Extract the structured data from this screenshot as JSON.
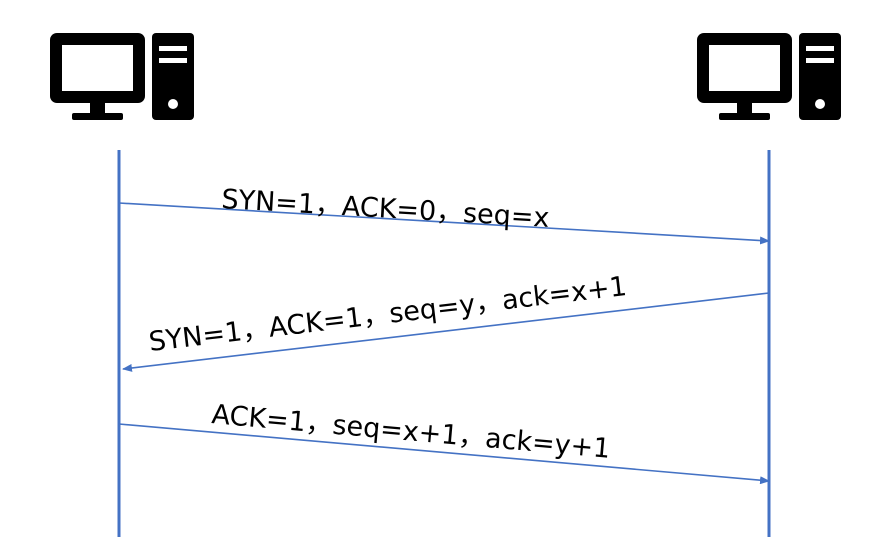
{
  "diagram": {
    "colors": {
      "line": "#4472C4",
      "icon": "#000000"
    },
    "hosts": [
      {
        "icon": "desktop-computer-icon"
      },
      {
        "icon": "desktop-computer-icon"
      }
    ],
    "messages": [
      {
        "label": "SYN=1，ACK=0，seq=x",
        "from": "left",
        "to": "right"
      },
      {
        "label": "SYN=1，ACK=1，seq=y，ack=x+1",
        "from": "right",
        "to": "left"
      },
      {
        "label": "ACK=1，seq=x+1，ack=y+1",
        "from": "left",
        "to": "right"
      }
    ]
  }
}
